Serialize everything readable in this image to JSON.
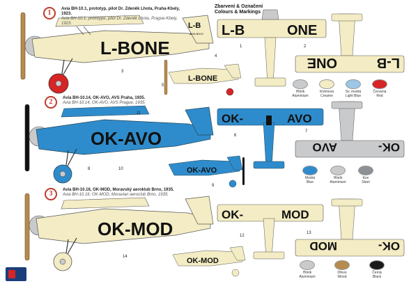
{
  "title": {
    "cz": "Zbarvení & Označení",
    "en": "Colours & Markings"
  },
  "schemes": [
    {
      "num": "1",
      "line1": "Avia BH-10.1, prototyp, pilot Dr. Zdeněk Lhota, Praha-Kbely, 1923.",
      "line2": "Avia BH-10.1, prototype, pilot Dr. Zdeněk Lhota, Prague-Kbely, 1923.",
      "reg": "L-BONE",
      "reg_wing_a": "L-B",
      "reg_wing_b": "ONE",
      "fin_text": "L-B",
      "fin_small": "AVIA BH10"
    },
    {
      "num": "2",
      "line1": "Avia BH-10.14, OK-AVO, AVS Praha, 1935.",
      "line2": "Avia BH-10.14, OK-AVO, AVS Prague, 1935.",
      "reg": "OK-AVO",
      "reg_wing_a": "OK-",
      "reg_wing_b": "AVO"
    },
    {
      "num": "3",
      "line1": "Avia BH-10.16, OK-MOD, Moravský aeroklub Brno, 1935.",
      "line2": "Avia BH-10.16, OK-MOD, Moravian aeroclub Brno, 1935.",
      "reg": "OK-MOD",
      "reg_wing_a": "OK-",
      "reg_wing_b": "MOD"
    }
  ],
  "callouts": [
    "1",
    "2",
    "3",
    "4",
    "5",
    "6",
    "7",
    "8",
    "9",
    "10",
    "11",
    "12",
    "13",
    "14"
  ],
  "swatches1": [
    {
      "cz": "Hliník",
      "en": "Aluminium",
      "color": "#c9cacc"
    },
    {
      "cz": "Krémová",
      "en": "Creame",
      "color": "#f3ecc4"
    },
    {
      "cz": "Sv. modrá",
      "en": "Light Blue",
      "color": "#9dc7e6"
    },
    {
      "cz": "Červená",
      "en": "Red",
      "color": "#d72424"
    }
  ],
  "swatches2": [
    {
      "cz": "Modrá",
      "en": "Blue",
      "color": "#2f8ccc"
    },
    {
      "cz": "Hliník",
      "en": "Aluminium",
      "color": "#c9cacc"
    },
    {
      "cz": "Kov",
      "en": "Steel",
      "color": "#8d9196"
    }
  ],
  "swatches3": [
    {
      "cz": "Hliník",
      "en": "Aluminium",
      "color": "#c9cacc"
    },
    {
      "cz": "Dřevo",
      "en": "Wood",
      "color": "#b78a4e"
    },
    {
      "cz": "Černá",
      "en": "Black",
      "color": "#1a1a1a"
    }
  ],
  "colors": {
    "cream": "#f3ecc4",
    "blue": "#2f8ccc",
    "alu": "#c9cacc",
    "red": "#d72424",
    "black": "#111111"
  }
}
